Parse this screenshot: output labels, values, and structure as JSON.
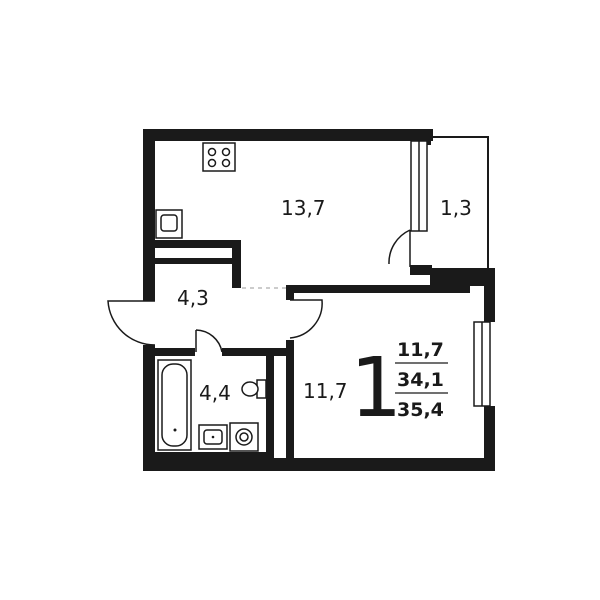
{
  "plan": {
    "rooms": {
      "kitchen": "13,7",
      "balcony": "1,3",
      "hall": "4,3",
      "bathroom": "4,4",
      "living": "11,7"
    },
    "summary": {
      "rooms_count": "1",
      "living_area": "11,7",
      "total_area": "34,1",
      "area_with_balcony": "35,4"
    },
    "colors": {
      "wall": "#1a1a1a",
      "fixture_fill": "#ffffff",
      "background": "#ffffff"
    }
  }
}
